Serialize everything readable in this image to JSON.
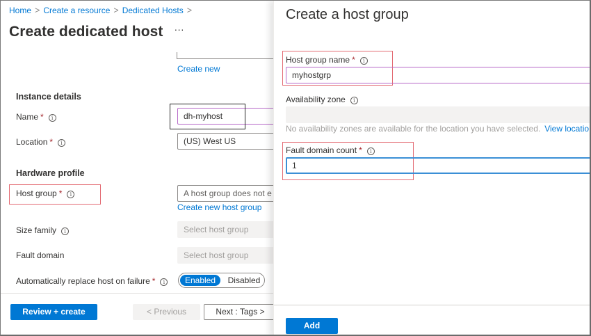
{
  "breadcrumb": [
    {
      "label": "Home"
    },
    {
      "label": "Create a resource"
    },
    {
      "label": "Dedicated Hosts"
    }
  ],
  "breadcrumb_separator": ">",
  "page": {
    "title": "Create dedicated host",
    "more_label": "···"
  },
  "resource_group": {
    "create_new_link": "Create new"
  },
  "instance_details": {
    "heading": "Instance details",
    "name": {
      "label": "Name",
      "required": "*",
      "value": "dh-myhost"
    },
    "location": {
      "label": "Location",
      "required": "*",
      "value": "(US) West US"
    }
  },
  "hardware_profile": {
    "heading": "Hardware profile",
    "host_group": {
      "label": "Host group",
      "required": "*",
      "value": "A host group does not e",
      "create_link": "Create new host group"
    },
    "size_family": {
      "label": "Size family",
      "placeholder": "Select host group"
    },
    "fault_domain": {
      "label": "Fault domain",
      "placeholder": "Select host group"
    },
    "auto_replace": {
      "label": "Automatically replace host on failure",
      "required": "*",
      "options": [
        "Enabled",
        "Disabled"
      ],
      "selected": "Enabled"
    }
  },
  "footer": {
    "review_create": "Review + create",
    "previous": "< Previous",
    "next": "Next : Tags >"
  },
  "host_group_blade": {
    "title": "Create a host group",
    "host_group_name": {
      "label": "Host group name",
      "required": "*",
      "value": "myhostgrp"
    },
    "availability_zone": {
      "label": "Availability zone",
      "value": "",
      "hint": "No availability zones are available for the location you have selected.",
      "hint_link": "View locatio"
    },
    "fault_domain_count": {
      "label": "Fault domain count",
      "required": "*",
      "value": "1"
    },
    "add_button": "Add"
  },
  "info_icon_glyph": "i",
  "colors": {
    "accent": "#0078d4",
    "required": "#a4262c",
    "annotation_red": "#e36b73",
    "input_focus": "#3b8fd6",
    "input_purple": "#b668c8"
  }
}
